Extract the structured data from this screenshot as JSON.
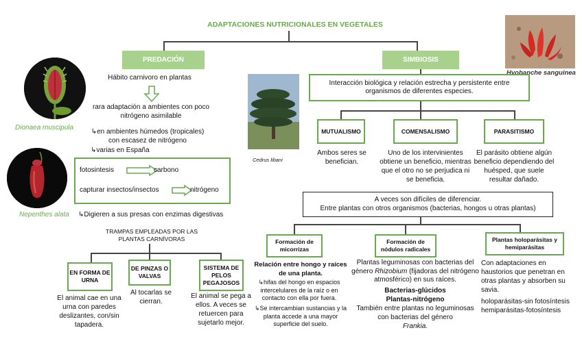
{
  "title": "ADAPTACIONES NUTRICIONALES EN VEGETALES",
  "predacion": {
    "header": "PREDACIÓN",
    "habito": "Hábito carnivoro en plantas",
    "rara": "rara adaptación a ambientes con poco nitrógeno asimilable",
    "ambientes": "↳en ambientes húmedos (tropicales) con escasez de nitrógeno",
    "espana": "↳varias en España",
    "fotosintesis": "fotosintesis",
    "carbono": "carbono",
    "capturar": "capturar insectos/insectos",
    "nitrogeno": "nitrógeno",
    "digieren": "↳Digieren a sus presas con enzimas digestivas",
    "trampas": "TRAMPAS EMPLEADAS POR LAS PLANTAS CARNÍVORAS",
    "traps": [
      {
        "label": "EN FORMA DE URNA",
        "desc": "El animal cae en una urna con paredes deslizantes, con/sin tapadera."
      },
      {
        "label": "DE PINZAS O VALVAS",
        "desc": "Al tocarlas se cierran."
      },
      {
        "label": "SISTEMA DE PELOS PEGAJOSOS",
        "desc": "El animal se pega a ellos. A veces se retuercen para sujetarlo mejor."
      }
    ],
    "caption_dionaea": "Dionaea muscipula",
    "caption_nepenthes": "Nepenthes alata"
  },
  "simbiosis": {
    "header": "SIMBIOSIS",
    "definicion": "Interacción biológica y relación estrecha y persistente entre organismos de diferentes especies.",
    "caption_cedrus": "Cedrus libani",
    "caption_hyobanche": "Hyobanche sanguinea",
    "types": [
      {
        "label": "MUTUALISMO",
        "desc": "Ambos seres se benefician."
      },
      {
        "label": "COMENSALISMO",
        "desc": "Uno de los intervinientes obtiene un beneficio, mientras que el otro no se perjudica ni se beneficia."
      },
      {
        "label": "PARASITISMO",
        "desc": "El parásito obtiene algún beneficio dependiendo del huésped, que suele resultar dañado."
      }
    ],
    "plantas_line1": "A veces son difíciles de diferenciar.",
    "plantas_line2": "Entre plantas con otros organismos (bacterias, hongos u otras plantas)",
    "branches": [
      {
        "label": "Formación de micorrizas"
      },
      {
        "label": "Formación de nódulos radicales"
      },
      {
        "label": "Plantas holoparásitas y hemiparásitas"
      }
    ],
    "micorrizas_title": "Relación entre hongo y raíces de una planta.",
    "micorrizas_1": "↳hifas del hongo en espacios intercelulares de la raíz o en contacto con ella por fuera.",
    "micorrizas_2": "↳Se intercambian sustancias y la planta accede a una mayor superficie del suelo.",
    "nodulos_1a": "Plantas leguminosas con bacterias del género ",
    "nodulos_1b": "Rhizobium",
    "nodulos_1c": " (fijadoras del nitrógeno atmosférico) en sus raíces.",
    "nodulos_2": "Bacterias-glúcidos",
    "nodulos_3": "Plantas-nitrógeno",
    "nodulos_4": "También entre plantas no leguminosas con bacterias del género",
    "nodulos_5": "Frankia.",
    "holo_1": "Con adaptaciones en haustorios que penetran en otras plantas y absorben su savia.",
    "holo_2": "holoparásitas-sin fotosíntesis",
    "holo_3": "hemiparásitas-fotosíntesis"
  },
  "colors": {
    "accent_green": "#6aa84f",
    "header_fill": "#a9d18e"
  }
}
